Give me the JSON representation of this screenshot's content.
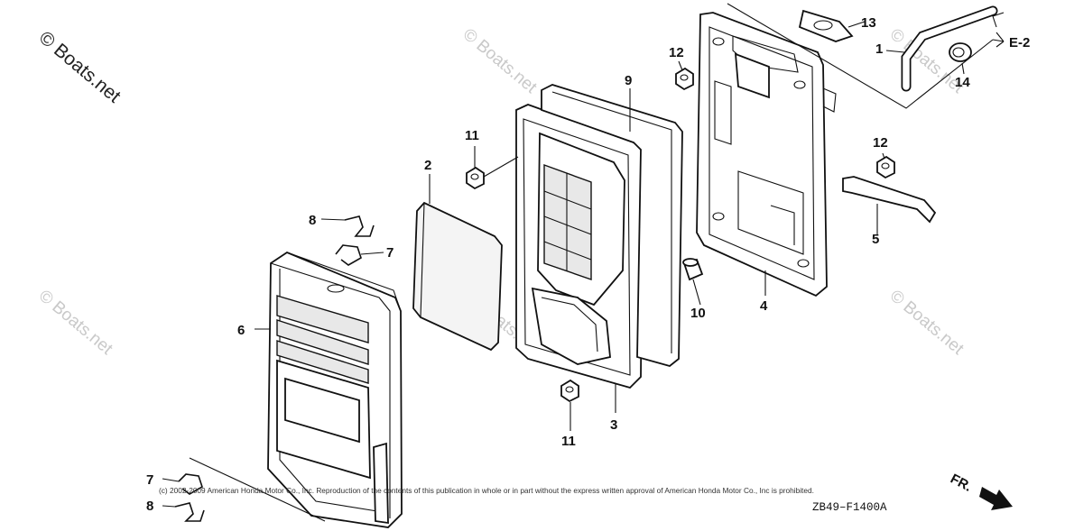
{
  "watermarks": {
    "corner": "© Boats.net",
    "repeat": "© Boats.net"
  },
  "callouts": {
    "p1": "1",
    "p2": "2",
    "p3": "3",
    "p4": "4",
    "p5": "5",
    "p6": "6",
    "p7a": "7",
    "p7b": "7",
    "p8a": "8",
    "p8b": "8",
    "p9": "9",
    "p10": "10",
    "p11a": "11",
    "p11b": "11",
    "p12a": "12",
    "p12b": "12",
    "p13": "13",
    "p14": "14"
  },
  "reference": "E-2",
  "direction_label": "FR.",
  "copyright": "(c) 2002-2009 American Honda Motor Co., Inc. Reproduction of the contents of this publication in whole or in part without the express written approval of American Honda Motor Co., Inc is prohibited.",
  "figure_code": "ZB49–F1400A"
}
